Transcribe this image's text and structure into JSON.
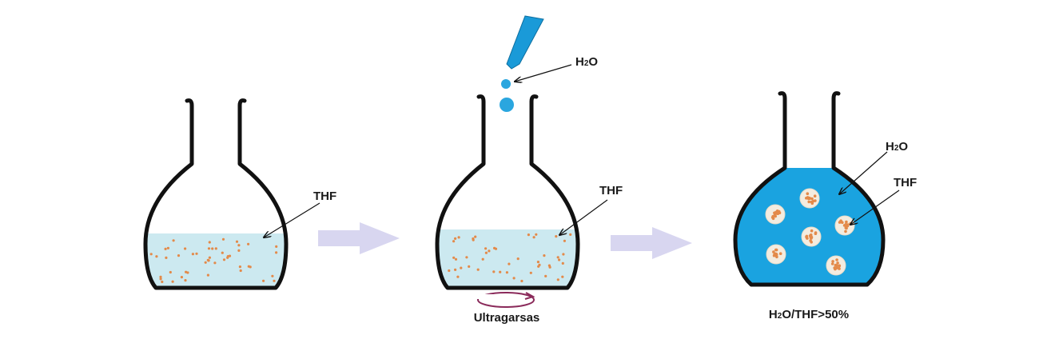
{
  "steps": [
    {
      "thf_label": "THF"
    },
    {
      "thf_label": "THF",
      "water_label": "H2O",
      "caption": "Ultragarsas"
    },
    {
      "water_label": "H2O",
      "thf_label": "THF",
      "caption": "H2O/THF>50%"
    }
  ],
  "colors": {
    "thf_solution": "#cce9f0",
    "water": "#1aa3e0",
    "particle": "#e38a4a",
    "arrow": "#d8d6f0",
    "flask_outline": "#111111",
    "ultrasound": "#8a2a5a"
  },
  "icons": [
    "pipette-icon",
    "droplet-icon",
    "ultrasound-rotation-icon",
    "process-arrow-icon"
  ]
}
